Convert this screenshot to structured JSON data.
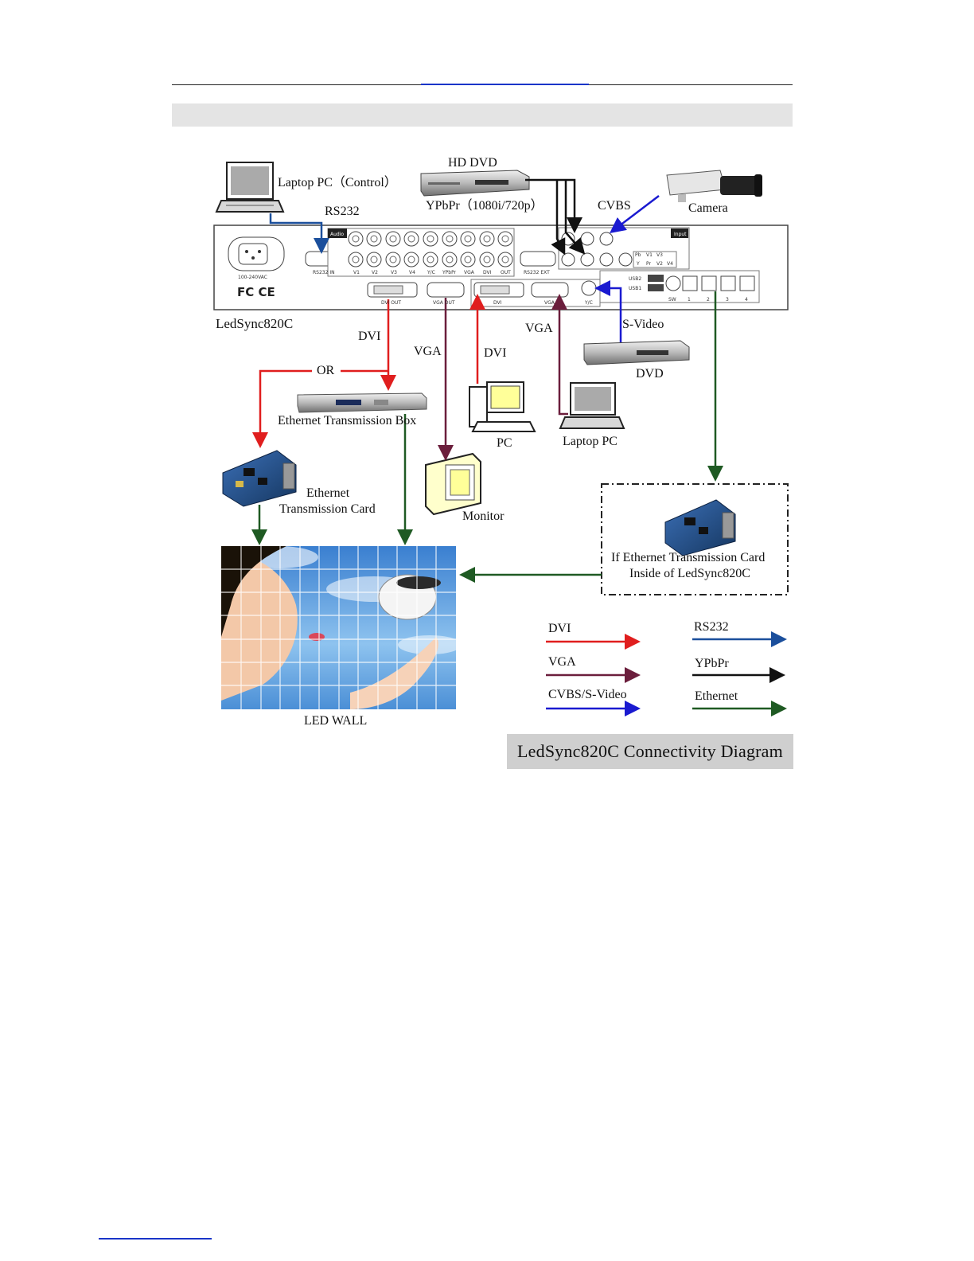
{
  "diagram": {
    "title": "LedSync820C Connectivity Diagram",
    "device_name": "LedSync820C",
    "device_labels": {
      "audio": "Audio",
      "input": "Input",
      "power": "100-240VAC",
      "rs232_in": "RS232 IN",
      "rs232_ext": "RS232 EXT",
      "dvi_out": "DVI OUT",
      "vga_out": "VGA OUT",
      "dvi_in": "DVI",
      "vga_in": "VGA",
      "yc": "Y/C",
      "usb2": "USB2",
      "usb1": "USB1",
      "sw": "SW",
      "audio_ports": [
        "V1",
        "V2",
        "V3",
        "V4",
        "Y/C",
        "YPbPr",
        "VGA",
        "DVI",
        "OUT"
      ],
      "ypbpr_ports": [
        "Pb",
        "V1",
        "V3",
        "Y",
        "Pr",
        "V2",
        "V4"
      ],
      "sw_ports": [
        "1",
        "2",
        "3",
        "4"
      ]
    },
    "nodes": {
      "laptop_control": "Laptop PC（Control）",
      "hd_dvd": "HD DVD",
      "ypbpr_note": "YPbPr（1080i/720p）",
      "camera": "Camera",
      "dvd": "DVD",
      "ethernet_box": "Ethernet Transmission Box",
      "ethernet_card_line1": "Ethernet",
      "ethernet_card_line2": "Transmission Card",
      "pc": "PC",
      "laptop_pc": "Laptop PC",
      "monitor": "Monitor",
      "led_wall": "LED WALL",
      "inside_card_line1": "If Ethernet Transmission Card",
      "inside_card_line2": "Inside of LedSync820C"
    },
    "connection_labels": {
      "rs232": "RS232",
      "cvbs": "CVBS",
      "dvi_out": "DVI",
      "or": "OR",
      "vga_out": "VGA",
      "dvi_in": "DVI",
      "vga_in": "VGA",
      "s_video": "S-Video"
    },
    "legend": [
      {
        "label": "DVI",
        "color": "#e01e1e"
      },
      {
        "label": "RS232",
        "color": "#1b4f9c"
      },
      {
        "label": "VGA",
        "color": "#6b1e3c"
      },
      {
        "label": "YPbPr",
        "color": "#111111"
      },
      {
        "label": "CVBS/S-Video",
        "color": "#1a1ad0"
      },
      {
        "label": "Ethernet",
        "color": "#1f5a23"
      }
    ]
  }
}
